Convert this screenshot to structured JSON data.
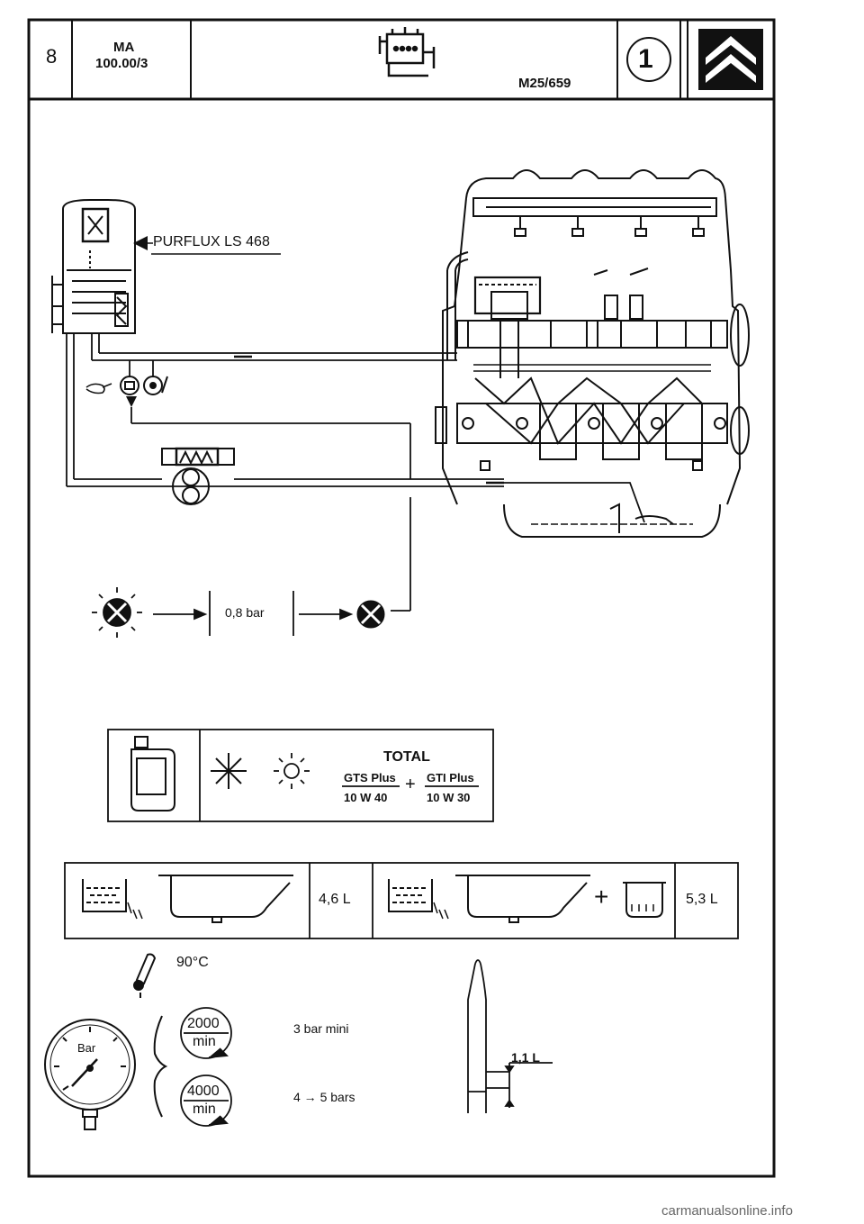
{
  "header": {
    "page_number": "8",
    "section_code": "MA",
    "section_ref": "100.00/3",
    "drawing_ref": "M25/659",
    "circle_number": "1"
  },
  "diagram": {
    "filter_label": "PURFLUX LS 468",
    "pressure_value": "0,8 bar"
  },
  "oil_box": {
    "brand": "TOTAL",
    "grade1_name": "GTS Plus",
    "grade1_visc": "10 W 40",
    "plus_sign": "+",
    "grade2_name": "GTI Plus",
    "grade2_visc": "10 W 30"
  },
  "capacity": {
    "volume_without_filter": "4,6 L",
    "plus_sign": "+",
    "volume_with_filter": "5,3 L"
  },
  "pressure": {
    "temperature": "90°C",
    "gauge_label": "Bar",
    "rpm1": "2000",
    "rpm2": "4000",
    "rpm_unit": "min",
    "pressure1": "3 bar mini",
    "pressure2": "4 → 5 bars"
  },
  "dipstick": {
    "volume": "1,1 L"
  },
  "footer": {
    "watermark": "carmanualsonline.info"
  }
}
